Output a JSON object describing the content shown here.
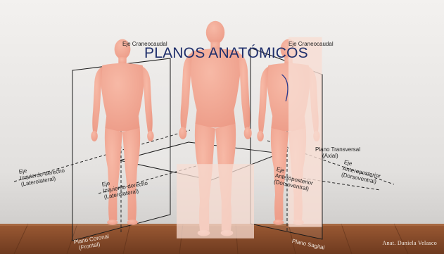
{
  "slide": {
    "title": "PLANOS ANATÓMICOS",
    "credit": "Anat. Daniela Velasco"
  },
  "labels": {
    "craneocaudal_left": "Eje Craneocaudal",
    "craneocaudal_right": "Eje Craneocaudal",
    "izq_der_outer_1": "Eje",
    "izq_der_outer_2": "Izquierdo-derecho",
    "izq_der_outer_3": "(Laterolateral)",
    "izq_der_inner_1": "Eje",
    "izq_der_inner_2": "Izquierdo-derecho",
    "izq_der_inner_3": "(Laterolateral)",
    "transversal_1": "Plano Transversal",
    "transversal_2": "(Axial)",
    "antpost_inner_1": "Eje",
    "antpost_inner_2": "Anteroposterior",
    "antpost_inner_3": "(Dorsoventral)",
    "antpost_outer_1": "Eje",
    "antpost_outer_2": "Anteroposterior",
    "antpost_outer_3": "(Dorsoventral)",
    "coronal_1": "Plano Coronal",
    "coronal_2": "(Frontal)",
    "sagital": "Plano Sagital"
  },
  "colors": {
    "skin": "#f2a693",
    "skin_light": "#f7d9cf",
    "wall_top": "#f1efed",
    "wall_bottom": "#d2d0ce",
    "floor": "#8a4e2c",
    "title": "#1f2f6b"
  },
  "icons": {
    "figure_coronal": "human-figure-icon",
    "figure_transverse": "human-figure-icon",
    "figure_sagittal": "human-figure-icon"
  }
}
